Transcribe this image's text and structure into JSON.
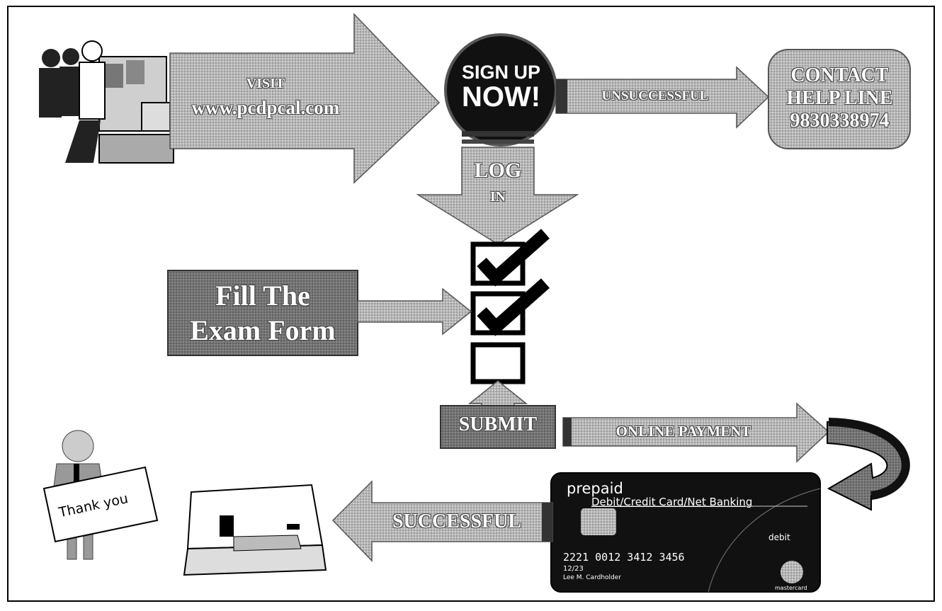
{
  "labels": {
    "visit": "VISIT",
    "url": "www.pcdpcal.com",
    "signup_line1": "SIGN UP",
    "signup_line2": "NOW!",
    "unsuccessful": "UNSUCCESSFUL",
    "contact_line1": "CONTACT",
    "contact_line2": "HELP LINE",
    "contact_line3": "9830338974",
    "login_line1": "LOG",
    "login_line2": "IN",
    "fill_line1": "Fill The",
    "fill_line2": "Exam Form",
    "submit": "SUBMIT",
    "online_payment": "ONLINE PAYMENT",
    "successful": "SUCCESSFUL",
    "thank_you": "Thank you"
  },
  "card": {
    "prepaid": "prepaid",
    "methods": "Debit/Credit Card/Net Banking",
    "debit": "debit",
    "number": "2221 0012 3412 3456",
    "expiry": "12/23",
    "holder": "Lee M. Cardholder",
    "brand": "mastercard"
  },
  "colors": {
    "arrow_fill": "#b5b5b5",
    "box_dark": "#6b6b6b",
    "card": "#111111"
  }
}
